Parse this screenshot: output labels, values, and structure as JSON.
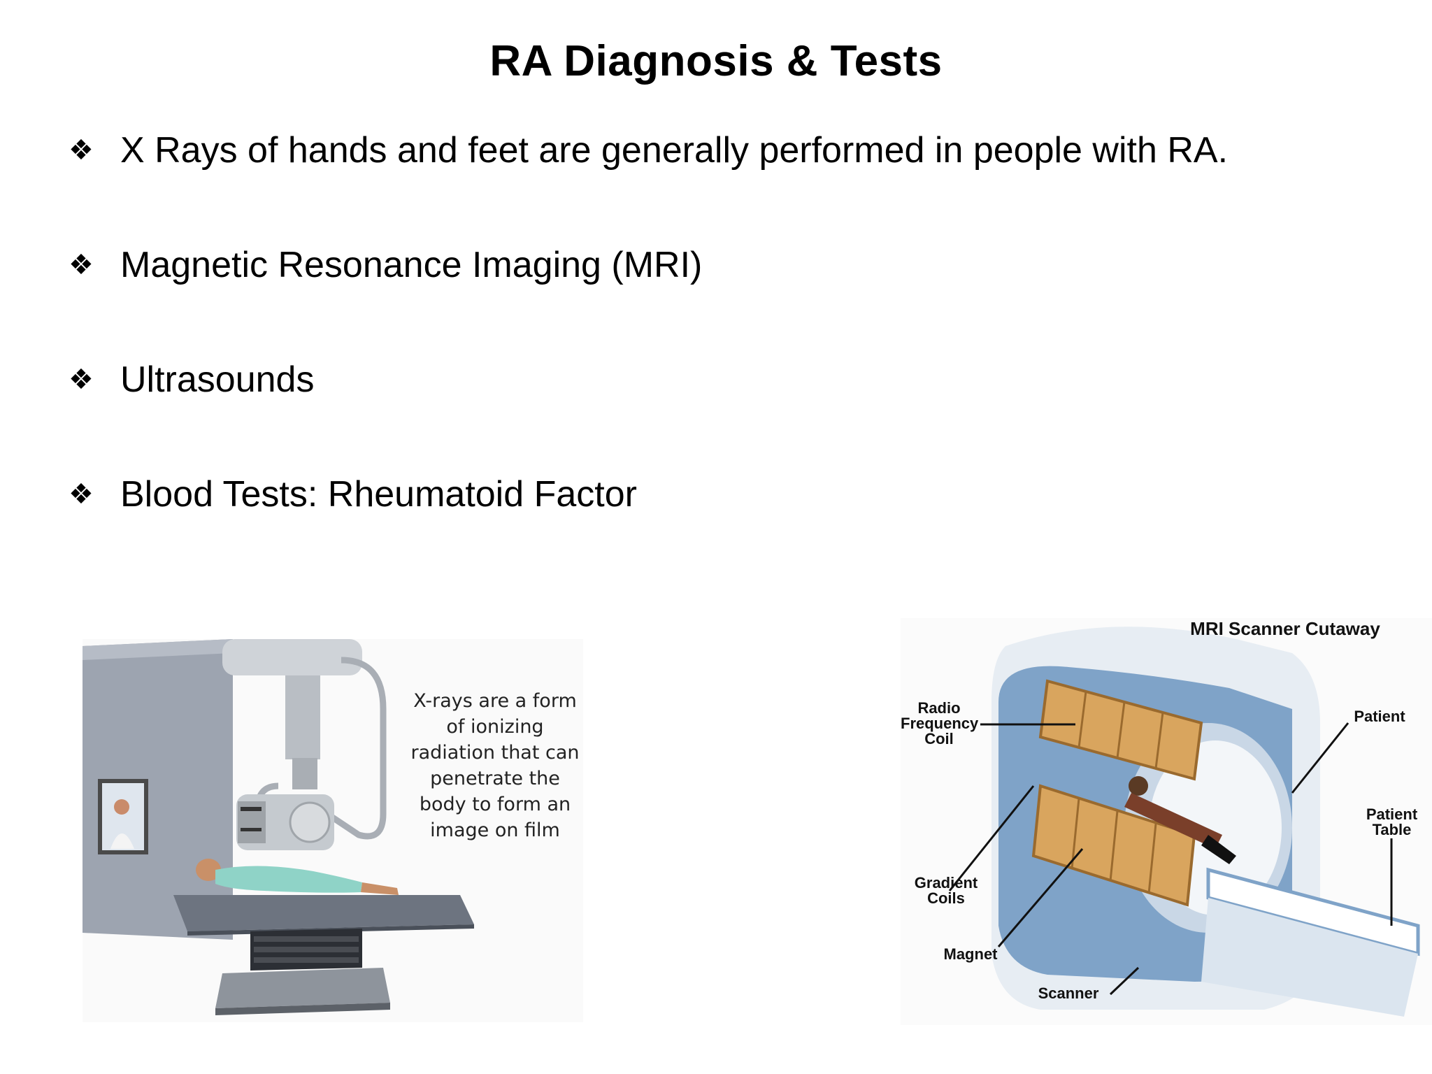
{
  "title": "RA Diagnosis & Tests",
  "bullet_marker": "❖",
  "bullets": [
    "X Rays of hands and feet are generally performed in people with RA.",
    "Magnetic Resonance Imaging (MRI)",
    "Ultrasounds",
    "Blood Tests: Rheumatoid Factor"
  ],
  "xray_figure": {
    "caption": "X-rays are a form of ionizing radiation that can penetrate the body to form an image on film"
  },
  "mri_figure": {
    "title": "MRI Scanner Cutaway",
    "labels": {
      "rf_coil": "Radio Frequency Coil",
      "gradient_coils": "Gradient Coils",
      "magnet": "Magnet",
      "scanner": "Scanner",
      "patient": "Patient",
      "patient_table": "Patient Table"
    }
  },
  "colors": {
    "mri_blue": "#7fa3c8",
    "mri_coil": "#d9a55e",
    "xray_gown": "#8fd3c7",
    "xray_wall": "#9da4b0"
  }
}
